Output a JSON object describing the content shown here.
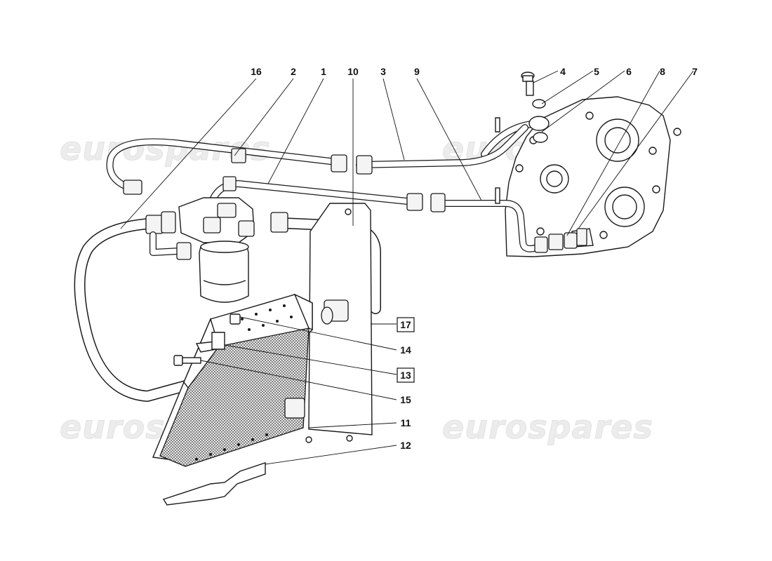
{
  "watermark": {
    "text": "eurospares"
  },
  "callouts": [
    {
      "id": "16",
      "boxed": false
    },
    {
      "id": "2",
      "boxed": false
    },
    {
      "id": "1",
      "boxed": false
    },
    {
      "id": "10",
      "boxed": false
    },
    {
      "id": "3",
      "boxed": false
    },
    {
      "id": "9",
      "boxed": false
    },
    {
      "id": "4",
      "boxed": false
    },
    {
      "id": "5",
      "boxed": false
    },
    {
      "id": "6",
      "boxed": false
    },
    {
      "id": "8",
      "boxed": false
    },
    {
      "id": "7",
      "boxed": false
    },
    {
      "id": "17",
      "boxed": true
    },
    {
      "id": "14",
      "boxed": false
    },
    {
      "id": "13",
      "boxed": true
    },
    {
      "id": "15",
      "boxed": false
    },
    {
      "id": "11",
      "boxed": false
    },
    {
      "id": "12",
      "boxed": false
    }
  ]
}
